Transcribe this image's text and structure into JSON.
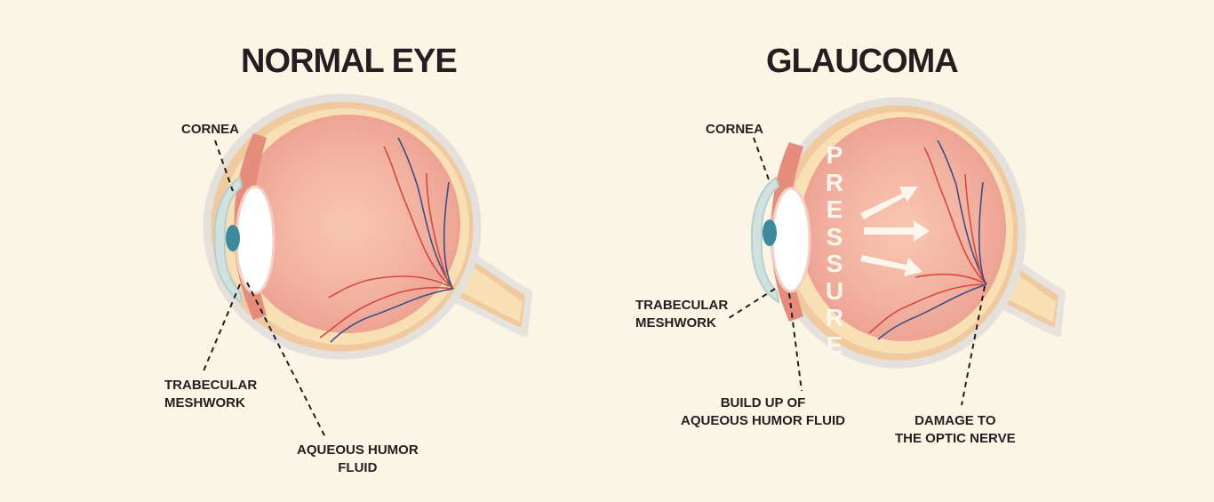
{
  "diagram": {
    "normal": {
      "title": "NORMAL EYE",
      "labels": {
        "cornea": "CORNEA",
        "trabecular": [
          "TRABECULAR",
          "MESHWORK"
        ],
        "aqueous": [
          "AQUEOUS HUMOR",
          "FLUID"
        ]
      }
    },
    "glaucoma": {
      "title": "GLAUCOMA",
      "labels": {
        "cornea": "CORNEA",
        "trabecular": [
          "TRABECULAR",
          "MESHWORK"
        ],
        "buildup": [
          "BUILD UP OF",
          "AQUEOUS HUMOR FLUID"
        ],
        "damage": [
          "DAMAGE TO",
          "THE OPTIC NERVE"
        ]
      },
      "pressure_letters": [
        "P",
        "R",
        "E",
        "S",
        "S",
        "U",
        "R",
        "E"
      ]
    }
  },
  "colors": {
    "background": "#fbf5e6",
    "eye_outer": "#f0c99f",
    "sclera_inner": "#f8dfb4",
    "vitreous": "#f0aa9c",
    "vessel_red": "#d8473f",
    "vessel_blue": "#3a4f86",
    "cornea": "#cfe2e0",
    "iris": "#3b8a9d",
    "text": "#231f20"
  }
}
